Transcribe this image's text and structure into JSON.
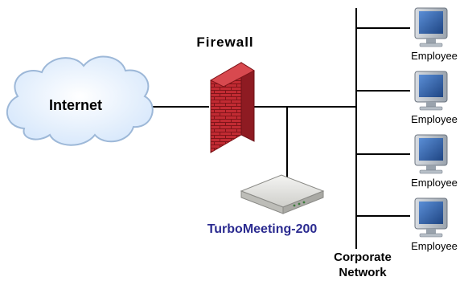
{
  "nodes": {
    "internet": {
      "label": "Internet"
    },
    "firewall": {
      "label": "Firewall"
    },
    "turbomeeting": {
      "label": "TurboMeeting-200"
    },
    "corporate_network": {
      "label_line1": "Corporate",
      "label_line2": "Network"
    },
    "employees": [
      {
        "label": "Employee"
      },
      {
        "label": "Employee"
      },
      {
        "label": "Employee"
      },
      {
        "label": "Employee"
      }
    ]
  },
  "colors": {
    "cloud_fill": "#e6f1ff",
    "cloud_stroke": "#9db8d8",
    "firewall_red": "#c22b33",
    "firewall_dark": "#7f1419",
    "turbomeeting_label": "#2b2b90",
    "line": "#000000",
    "monitor_screen": "#2f5fa4",
    "monitor_body": "#b7bfc7"
  }
}
